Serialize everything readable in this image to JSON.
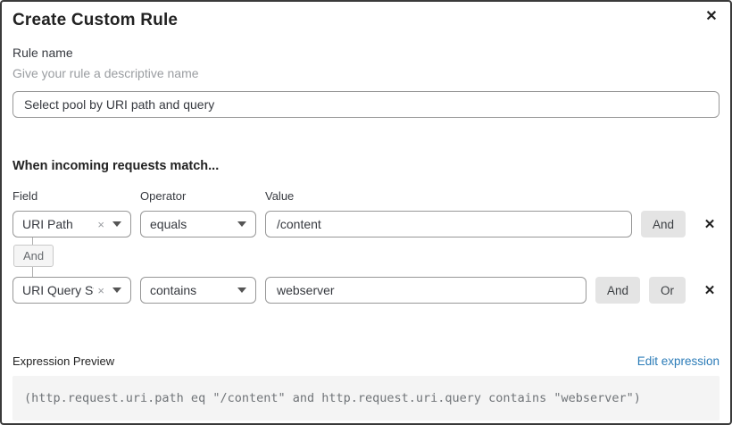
{
  "dialog": {
    "title": "Create Custom Rule",
    "close_icon": "✕"
  },
  "rule_name": {
    "label": "Rule name",
    "hint": "Give your rule a descriptive name",
    "value": "Select pool by URI path and query"
  },
  "matcher": {
    "heading": "When incoming requests match...",
    "columns": {
      "field": "Field",
      "operator": "Operator",
      "value": "Value"
    },
    "connector": "And",
    "rows": [
      {
        "field": "URI Path",
        "operator": "equals",
        "value": "/content",
        "and_label": "And",
        "delete_icon": "✕"
      },
      {
        "field": "URI Query St...",
        "operator": "contains",
        "value": "webserver",
        "and_label": "And",
        "or_label": "Or",
        "delete_icon": "✕"
      }
    ],
    "clear_icon": "×"
  },
  "expression": {
    "label": "Expression Preview",
    "edit_link": "Edit expression",
    "code": "(http.request.uri.path eq \"/content\" and http.request.uri.query contains \"webserver\")"
  },
  "colors": {
    "dialog_border": "#3a3a3a",
    "input_border": "#979797",
    "logic_button_bg": "#e4e4e4",
    "link_blue": "#2c7cb8",
    "code_bg": "#f4f4f4",
    "code_text": "#707478",
    "hint_gray": "#9a9da1"
  }
}
